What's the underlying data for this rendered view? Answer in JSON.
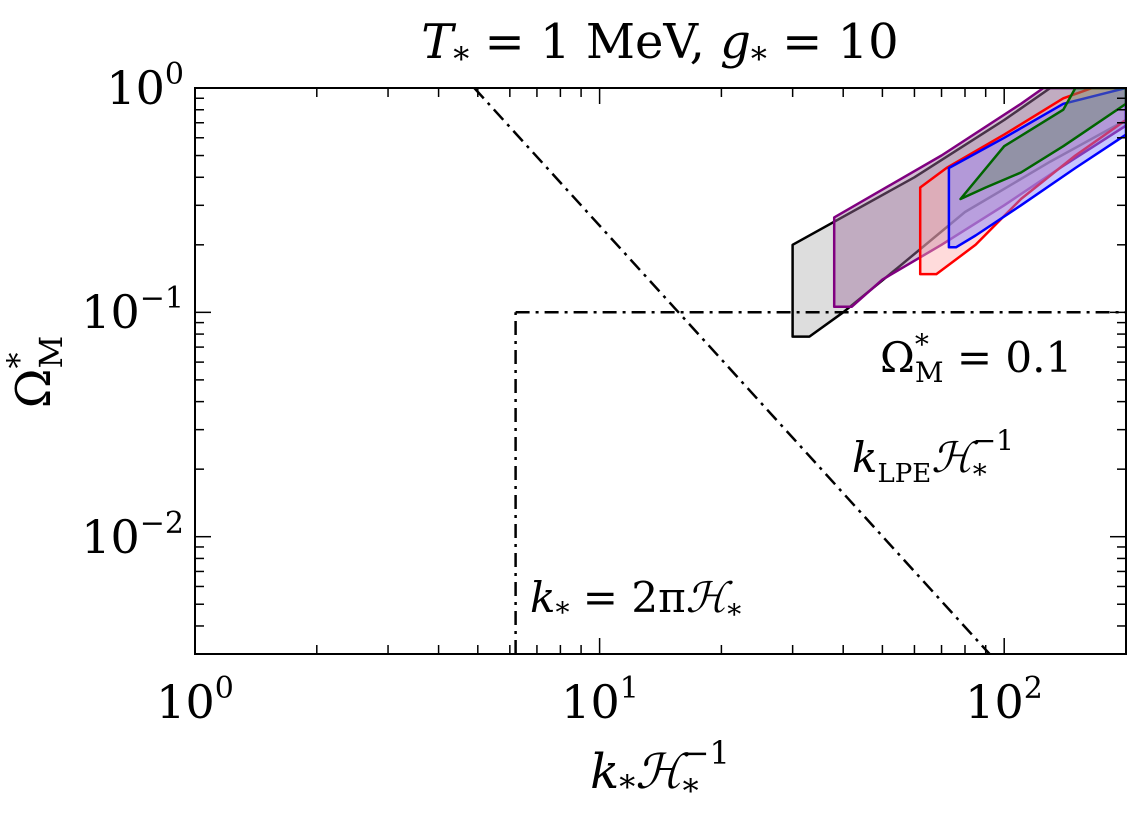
{
  "chart_data": {
    "type": "area",
    "title": "T_* = 1 MeV, g_* = 10",
    "title_parts": {
      "var1": "T",
      "sub1": "*",
      "eq1": " = 1 MeV, ",
      "var2": "g",
      "sub2": "*",
      "eq2": " = 10"
    },
    "xlabel": "k_* H_*^-1",
    "xlabel_parts": {
      "k": "k",
      "ksub": "*",
      "H": "ℋ",
      "Hsub": "*",
      "Hsup": "−1"
    },
    "ylabel": "Ω*_M",
    "ylabel_parts": {
      "Omega": "Ω",
      "sup": "*",
      "sub": "M"
    },
    "x_scale": "log",
    "y_scale": "log",
    "xlim": [
      1,
      200
    ],
    "ylim": [
      0.003,
      1
    ],
    "x_ticks": [
      {
        "value": 1,
        "base": "10",
        "exp": "0"
      },
      {
        "value": 10,
        "base": "10",
        "exp": "1"
      },
      {
        "value": 100,
        "base": "10",
        "exp": "2"
      }
    ],
    "y_ticks": [
      {
        "value": 1,
        "base": "10",
        "exp": "0"
      },
      {
        "value": 0.1,
        "base": "10",
        "exp": "−1"
      },
      {
        "value": 0.01,
        "base": "10",
        "exp": "−2"
      }
    ],
    "grid": false,
    "series": [
      {
        "color": "#000000",
        "fill": "#b4b4b4",
        "points": [
          [
            30,
            0.078
          ],
          [
            30,
            0.2
          ],
          [
            60,
            0.4
          ],
          [
            100,
            0.72
          ],
          [
            130,
            1.0
          ],
          [
            200,
            1.0
          ],
          [
            200,
            0.72
          ],
          [
            130,
            0.47
          ],
          [
            80,
            0.28
          ],
          [
            55,
            0.16
          ],
          [
            40,
            0.1
          ],
          [
            33,
            0.078
          ]
        ]
      },
      {
        "color": "#800080",
        "fill": "#a070a0",
        "points": [
          [
            38,
            0.106
          ],
          [
            38,
            0.265
          ],
          [
            70,
            0.5
          ],
          [
            110,
            0.85
          ],
          [
            125,
            1.0
          ],
          [
            200,
            1.0
          ],
          [
            200,
            0.68
          ],
          [
            140,
            0.45
          ],
          [
            100,
            0.3
          ],
          [
            70,
            0.2
          ],
          [
            50,
            0.14
          ],
          [
            42,
            0.106
          ]
        ]
      },
      {
        "color": "#ff0000",
        "fill": "#ffb0b0",
        "points": [
          [
            62,
            0.148
          ],
          [
            62,
            0.36
          ],
          [
            72,
            0.44
          ],
          [
            100,
            0.62
          ],
          [
            140,
            0.9
          ],
          [
            165,
            1.0
          ],
          [
            200,
            1.0
          ],
          [
            200,
            0.72
          ],
          [
            150,
            0.5
          ],
          [
            110,
            0.32
          ],
          [
            85,
            0.2
          ],
          [
            68,
            0.148
          ]
        ]
      },
      {
        "color": "#0000ff",
        "fill": "#8080ff",
        "points": [
          [
            73,
            0.195
          ],
          [
            73,
            0.44
          ],
          [
            100,
            0.6
          ],
          [
            140,
            0.85
          ],
          [
            200,
            1.0
          ],
          [
            200,
            0.62
          ],
          [
            150,
            0.44
          ],
          [
            110,
            0.3
          ],
          [
            85,
            0.22
          ],
          [
            76,
            0.195
          ]
        ]
      },
      {
        "color": "#006400",
        "fill": "#6a8a6a",
        "points": [
          [
            78,
            0.32
          ],
          [
            100,
            0.55
          ],
          [
            140,
            0.8
          ],
          [
            150,
            1.0
          ],
          [
            200,
            1.0
          ],
          [
            200,
            0.85
          ],
          [
            140,
            0.55
          ],
          [
            110,
            0.42
          ],
          [
            90,
            0.36
          ],
          [
            78,
            0.32
          ]
        ]
      }
    ],
    "reference_lines": [
      {
        "id": "omega-m-line",
        "style": "dashdot",
        "points": [
          [
            6.2,
            0.1
          ],
          [
            200,
            0.1
          ]
        ]
      },
      {
        "id": "k-2pi-line",
        "style": "dashdot",
        "points": [
          [
            6.2,
            0.003
          ],
          [
            6.2,
            0.1
          ]
        ]
      },
      {
        "id": "k-lpe-line",
        "style": "dashdot",
        "points": [
          [
            4.9,
            1.0
          ],
          [
            92,
            0.003
          ]
        ]
      }
    ],
    "annotations": {
      "omega": {
        "Omega": "Ω",
        "sup": "*",
        "sub": "M",
        "rest": " = 0.1"
      },
      "klpe": {
        "k": "k",
        "sub": "LPE",
        "H": "ℋ",
        "Hsub": "*",
        "Hsup": "−1"
      },
      "k2pi": {
        "k": "k",
        "ksub": "*",
        "mid": " = 2π",
        "H": "ℋ",
        "Hsub": "*"
      }
    }
  }
}
